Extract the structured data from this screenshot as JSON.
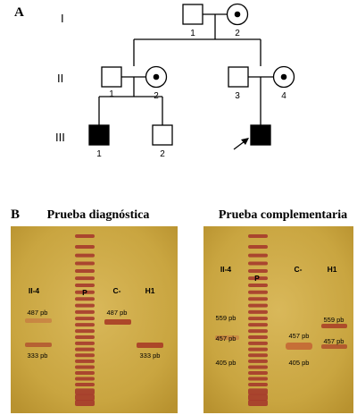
{
  "panel_a": {
    "label": "A",
    "generations": [
      "I",
      "II",
      "III"
    ],
    "individuals": {
      "I1": "1",
      "I2": "2",
      "II1": "1",
      "II2": "2",
      "II3": "3",
      "II4": "4",
      "III1": "1",
      "III2": "2",
      "III3": ""
    }
  },
  "panel_b": {
    "label": "B",
    "gel_left": {
      "title": "Prueba diagnóstica",
      "lanes": [
        "II-4",
        "P",
        "C-",
        "H1"
      ],
      "bands": [
        "487 pb",
        "333 pb",
        "487 pb",
        "333 pb"
      ]
    },
    "gel_right": {
      "title": "Prueba complementaria",
      "lanes": [
        "II-4",
        "P",
        "C-",
        "H1"
      ],
      "bands": [
        "559 pb",
        "457 pb",
        "405 pb",
        "457 pb",
        "405 pb",
        "559 pb",
        "457 pb"
      ]
    }
  },
  "colors": {
    "gel_bg": "#c9a540",
    "band": "#b04a32",
    "ink": "#000000"
  }
}
